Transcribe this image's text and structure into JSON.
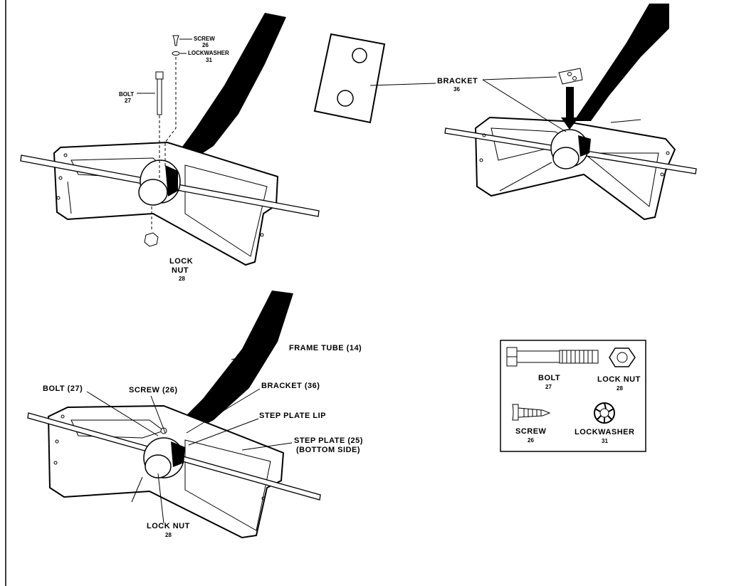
{
  "labels": {
    "top_left": {
      "screw": "SCREW",
      "screw_num": "26",
      "lockwasher": "LOCKWASHER",
      "lockwasher_num": "31",
      "bolt": "BOLT",
      "bolt_num": "27",
      "lock": "LOCK",
      "nut": "NUT",
      "nut_num": "28"
    },
    "top_right": {
      "bracket": "BRACKET",
      "bracket_num": "36"
    },
    "bottom_left": {
      "frame_tube": "FRAME TUBE (14)",
      "bracket": "BRACKET (36)",
      "bolt": "BOLT (27)",
      "screw": "SCREW (26)",
      "step_plate_lip": "STEP PLATE LIP",
      "step_plate": "STEP PLATE (25)",
      "bottom_side": "(BOTTOM SIDE)",
      "lock_nut": "LOCK NUT",
      "lock_nut_num": "28"
    },
    "parts_key": {
      "bolt": "BOLT",
      "bolt_num": "27",
      "lock_nut": "LOCK NUT",
      "lock_nut_num": "28",
      "screw": "SCREW",
      "screw_num": "26",
      "lockwasher": "LOCKWASHER",
      "lockwasher_num": "31"
    }
  }
}
